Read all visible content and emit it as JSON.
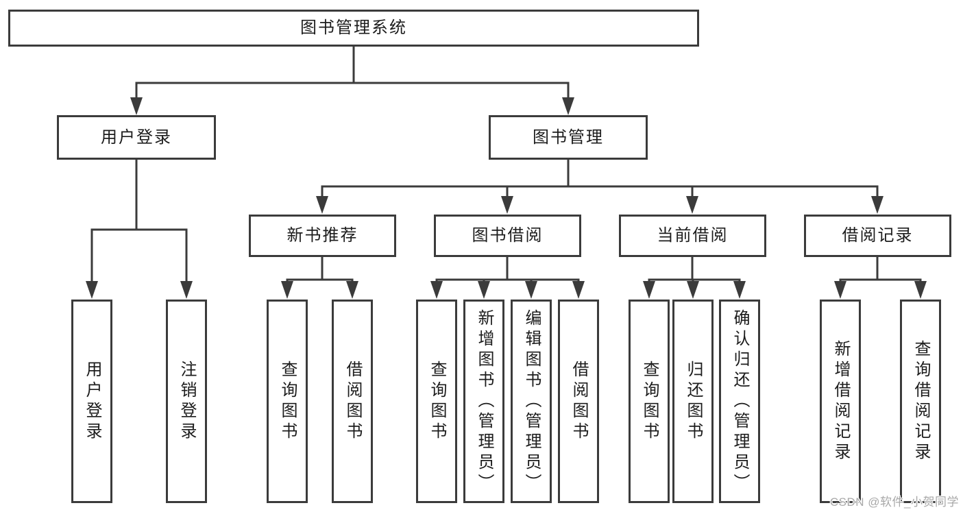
{
  "colors": {
    "background": "#ffffff",
    "line": "#3b3b3b",
    "box_border": "#3b3b3b",
    "text": "#1c1c1c",
    "watermark": "#a8a8a8"
  },
  "diagram": {
    "root": {
      "label": "图书管理系统"
    },
    "branches": [
      {
        "label": "用户登录",
        "children": [
          {
            "label": "用户登录"
          },
          {
            "label": "注销登录"
          }
        ]
      },
      {
        "label": "图书管理",
        "children": [
          {
            "label": "新书推荐",
            "children": [
              {
                "label": "查询图书"
              },
              {
                "label": "借阅图书"
              }
            ]
          },
          {
            "label": "图书借阅",
            "children": [
              {
                "label": "查询图书"
              },
              {
                "label": "新增图书（管理员）"
              },
              {
                "label": "编辑图书（管理员）"
              },
              {
                "label": "借阅图书"
              }
            ]
          },
          {
            "label": "当前借阅",
            "children": [
              {
                "label": "查询图书"
              },
              {
                "label": "归还图书"
              },
              {
                "label": "确认归还（管理员）"
              }
            ]
          },
          {
            "label": "借阅记录",
            "children": [
              {
                "label": "新增借阅记录"
              },
              {
                "label": "查询借阅记录"
              }
            ]
          }
        ]
      }
    ]
  },
  "watermark": {
    "text": "CSDN @软件_小贺同学"
  }
}
